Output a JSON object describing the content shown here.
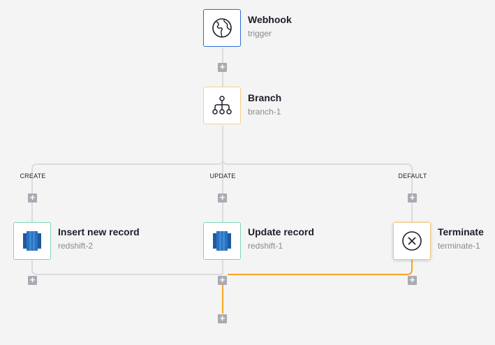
{
  "nodes": {
    "webhook": {
      "title": "Webhook",
      "subtitle": "trigger",
      "icon": "globe-icon"
    },
    "branch": {
      "title": "Branch",
      "subtitle": "branch-1",
      "icon": "branch-tree-icon"
    },
    "insert": {
      "title": "Insert new record",
      "subtitle": "redshift-2",
      "icon": "redshift-icon"
    },
    "update": {
      "title": "Update record",
      "subtitle": "redshift-1",
      "icon": "redshift-icon"
    },
    "terminate": {
      "title": "Terminate",
      "subtitle": "terminate-1",
      "icon": "close-circle-icon"
    }
  },
  "branches": {
    "create": "CREATE",
    "update": "UPDATE",
    "default": "DEFAULT"
  },
  "colors": {
    "background": "#f4f4f4",
    "connector": "#dcdcdc",
    "highlight_connector": "#f5a623",
    "trigger_border": "#2b6cd1",
    "branch_border": "#f3cf86",
    "redshift_border": "#7fd3b7",
    "terminate_border": "#f3c679",
    "add_button": "#aaaab2",
    "redshift_blue": "#2a72c0"
  }
}
